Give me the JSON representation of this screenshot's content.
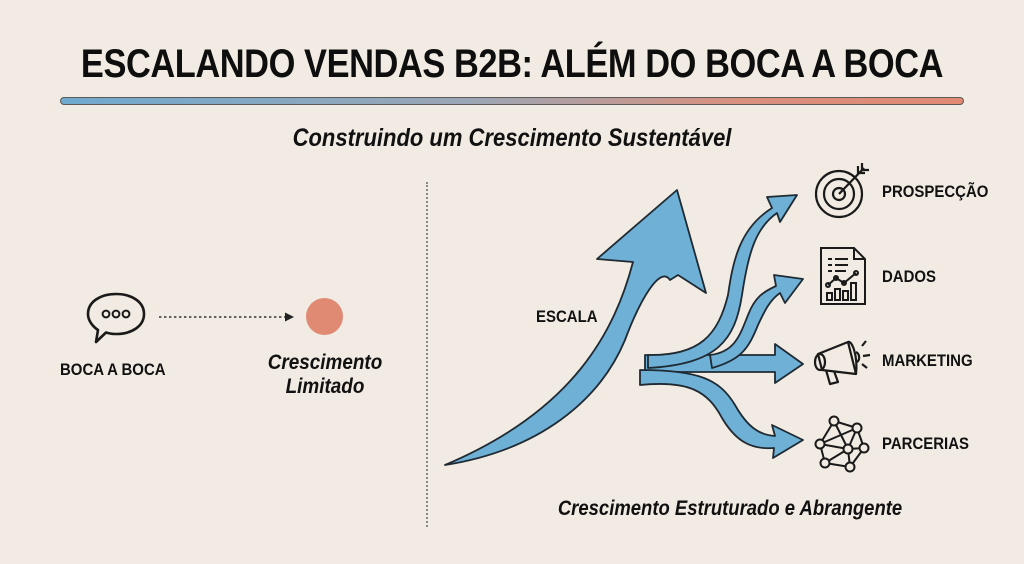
{
  "header": {
    "title": "ESCALANDO VENDAS B2B: ALÉM DO BOCA A BOCA",
    "subtitle": "Construindo um Crescimento Sustentável"
  },
  "colors": {
    "background": "#f1ebe3",
    "accent_blue": "#6fb0d6",
    "accent_coral": "#e08a74",
    "ink": "#111111"
  },
  "left_panel": {
    "source_label": "BOCA A BOCA",
    "source_icon": "speech-bubble-icon",
    "result_label_line1": "Crescimento",
    "result_label_line2": "Limitado",
    "result_icon": "coral-dot"
  },
  "right_panel": {
    "main_arrow_label": "ESCALA",
    "branches": [
      {
        "label": "PROSPECÇÃO",
        "icon": "target-icon"
      },
      {
        "label": "DADOS",
        "icon": "data-report-icon"
      },
      {
        "label": "MARKETING",
        "icon": "megaphone-icon"
      },
      {
        "label": "PARCERIAS",
        "icon": "network-icon"
      }
    ],
    "footer": "Crescimento Estruturado e Abrangente"
  }
}
